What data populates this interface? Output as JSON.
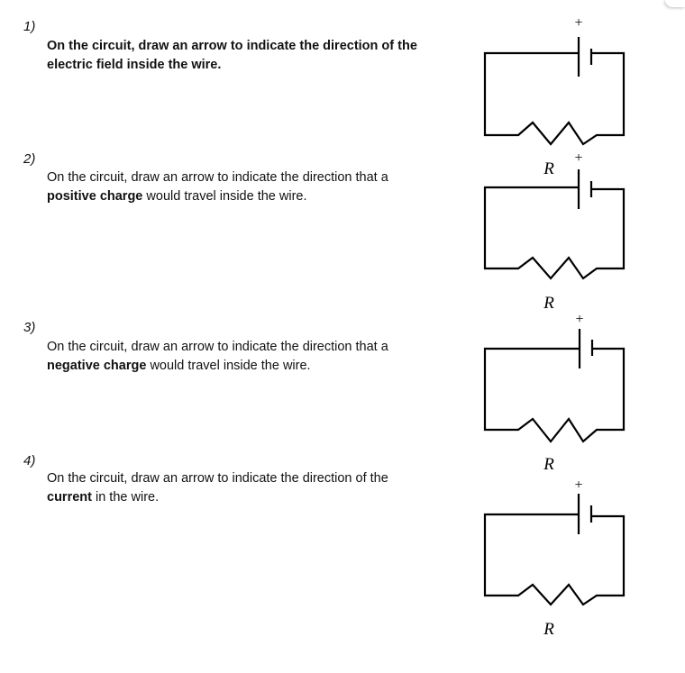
{
  "questions": [
    {
      "number": "1)",
      "line1": "On the circuit, draw an arrow to indicate the direction of the",
      "line2": "electric field inside the wire."
    },
    {
      "number": "2)",
      "line1": "On the circuit, draw an arrow to indicate the direction that a",
      "line2_bold": "positive charge",
      "line2_rest": " would travel inside the wire."
    },
    {
      "number": "3)",
      "line1": "On the circuit, draw an arrow to indicate the direction that a",
      "line2_bold": "negative charge",
      "line2_rest": " would travel inside the wire."
    },
    {
      "number": "4)",
      "line1": "On the circuit, draw an arrow to indicate the direction of the",
      "line2_bold": "current",
      "line2_rest": " in the wire."
    }
  ],
  "circuit": {
    "battery_sign": "+",
    "resistor_label": "R"
  }
}
